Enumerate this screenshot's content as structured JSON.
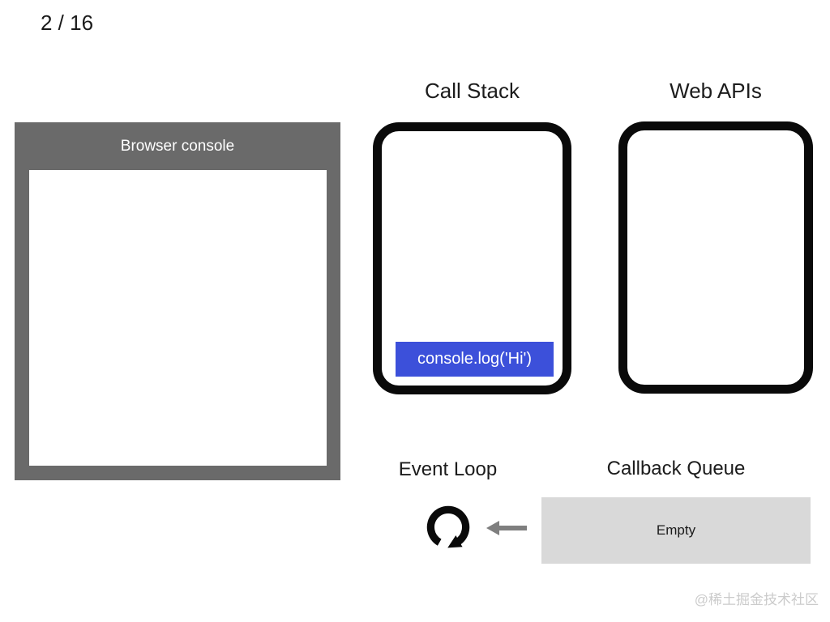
{
  "page": {
    "slide_counter": "2 / 16",
    "watermark": "@稀土掘金技术社区"
  },
  "browser_console": {
    "title": "Browser console",
    "output_lines": []
  },
  "call_stack": {
    "heading": "Call Stack",
    "frames": [
      "console.log('Hi')"
    ]
  },
  "web_apis": {
    "heading": "Web APIs",
    "items": []
  },
  "event_loop": {
    "heading": "Event Loop",
    "icon": "event-loop-circular-arrow-icon"
  },
  "callback_queue": {
    "heading": "Callback Queue",
    "status": "Empty",
    "arrow_icon": "left-arrow-icon"
  },
  "colors": {
    "frame_gray": "#6a6a6a",
    "stack_frame_blue": "#3c50da",
    "queue_gray": "#d9d9d9",
    "border_black": "#0a0a0a",
    "arrow_gray": "#7f7f7f",
    "watermark_gray": "#cbcbcb"
  }
}
